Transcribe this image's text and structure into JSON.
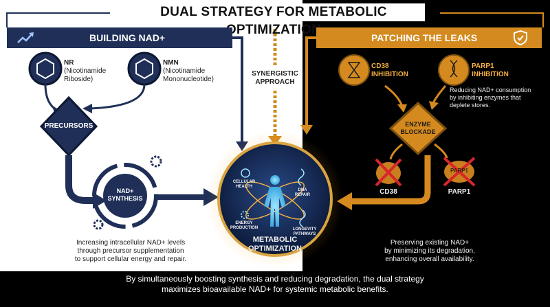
{
  "title": "DUAL STRATEGY FOR METABOLIC OPTIMIZATION",
  "left": {
    "banner": "BUILDING NAD+",
    "nr": {
      "abbr": "NR",
      "line1": "(Nicotinamide",
      "line2": "Riboside)"
    },
    "nmn": {
      "abbr": "NMN",
      "line1": "(Nicotinamide",
      "line2": "Mononucleotide)"
    },
    "precursors": "PRECURSORS",
    "synthesis_line1": "NAD+",
    "synthesis_line2": "SYNTHESIS",
    "caption": [
      "Increasing intracellular NAD+ levels",
      "through precursor supplementation",
      "to support cellular energy and repair."
    ]
  },
  "middle": {
    "synergy_line1": "SYNERGISTIC",
    "synergy_line2": "APPROACH",
    "center_line1": "METABOLIC",
    "center_line2": "OPTIMIZATION",
    "quadrants": {
      "cellular_health": [
        "CELLULAR",
        "HEALTH"
      ],
      "dna_repair": [
        "DNA",
        "REPAIR"
      ],
      "energy_production": [
        "ENERGY",
        "PRODUCTION"
      ],
      "longevity_pathways": [
        "LONGEVITY",
        "PATHWAYS"
      ]
    }
  },
  "right": {
    "banner": "PATCHING THE LEAKS",
    "cd38_inhibition": [
      "CD38",
      "INHIBITION"
    ],
    "parp1_inhibition": [
      "PARP1",
      "INHIBITION"
    ],
    "note": [
      "Reducing NAD+ consumption",
      "by inhibiting enzymes that",
      "deplete stores."
    ],
    "blockade_line1": "ENZYME",
    "blockade_line2": "BLOCKADE",
    "cd38_label": "CD38",
    "parp1_label": "PARP1",
    "parp1_blob": "PARP1",
    "caption": [
      "Preserving existing NAD+",
      "by minimizing its degradation,",
      "enhancing overall availability."
    ]
  },
  "footer": [
    "By simultaneously boosting synthesis and reducing degradation, the dual strategy",
    "maximizes bioavailable NAD+ for systemic metabolic benefits."
  ],
  "colors": {
    "navy": "#1f2f57",
    "orange": "#d48a1e",
    "black": "#000000",
    "red": "#d9252a"
  },
  "icons": [
    "trend-up-icon",
    "shield-icon",
    "molecule-icon",
    "hourglass-icon",
    "dna-icon",
    "gear-icon",
    "human-figure-icon"
  ]
}
